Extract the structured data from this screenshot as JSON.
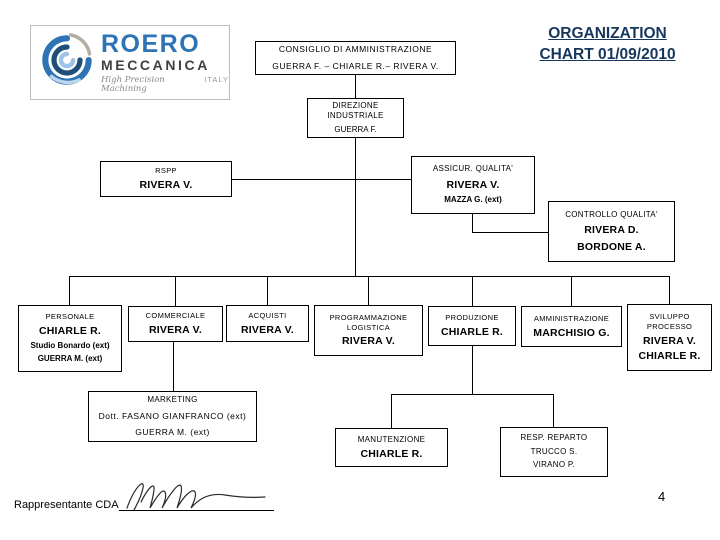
{
  "colors": {
    "title_navy": "#17365D",
    "brand_blue": "#2E74B5",
    "brand_dark": "#404040",
    "line_black": "#000000"
  },
  "header": {
    "logo": {
      "brand_primary": "ROERO",
      "brand_secondary": "MECCANICA",
      "tagline": "High Precision Machining",
      "country": "ITALY"
    },
    "title_line1": "ORGANIZATION",
    "title_line2": "CHART 01/09/2010"
  },
  "org": {
    "consiglio": {
      "title": "CONSIGLIO DI AMMINISTRAZIONE",
      "members": "GUERRA F. – CHIARLE R.– RIVERA V."
    },
    "direzione": {
      "title": "DIREZIONE INDUSTRIALE",
      "name1": "GUERRA F."
    },
    "rspp": {
      "title": "RSPP",
      "name1": "RIVERA V."
    },
    "assicur_qualita": {
      "title": "ASSICUR. QUALITA'",
      "name1": "RIVERA V.",
      "name2": "MAZZA G. (ext)"
    },
    "controllo_qualita": {
      "title": "CONTROLLO QUALITA'",
      "name1": "RIVERA D.",
      "name2": "BORDONE A."
    },
    "personale": {
      "title": "PERSONALE",
      "name1": "CHIARLE R.",
      "ext1": "Studio Bonardo (ext)",
      "ext2": "GUERRA M. (ext)"
    },
    "commerciale": {
      "title": "COMMERCIALE",
      "name1": "RIVERA V."
    },
    "acquisti": {
      "title": "ACQUISTI",
      "name1": "RIVERA V."
    },
    "programmazione_logistica": {
      "title": "PROGRAMMAZIONE LOGISTICA",
      "name1": "RIVERA V."
    },
    "produzione": {
      "title": "PRODUZIONE",
      "name1": "CHIARLE R."
    },
    "amministrazione": {
      "title": "AMMINISTRAZIONE",
      "name1": "MARCHISIO G."
    },
    "sviluppo_processo": {
      "title": "SVILUPPO PROCESSO",
      "name1": "RIVERA V.",
      "name2": "CHIARLE R."
    },
    "marketing": {
      "title": "MARKETING",
      "name1": "Dott. FASANO GIANFRANCO (ext)",
      "name2": "GUERRA M. (ext)"
    },
    "manutenzione": {
      "title": "MANUTENZIONE",
      "name1": "CHIARLE R."
    },
    "resp_reparto": {
      "title": "RESP. REPARTO",
      "name1": "TRUCCO S.",
      "name2": "VIRANO P."
    }
  },
  "footer": {
    "signature_label": "Rappresentante CDA",
    "page_number": "4"
  }
}
